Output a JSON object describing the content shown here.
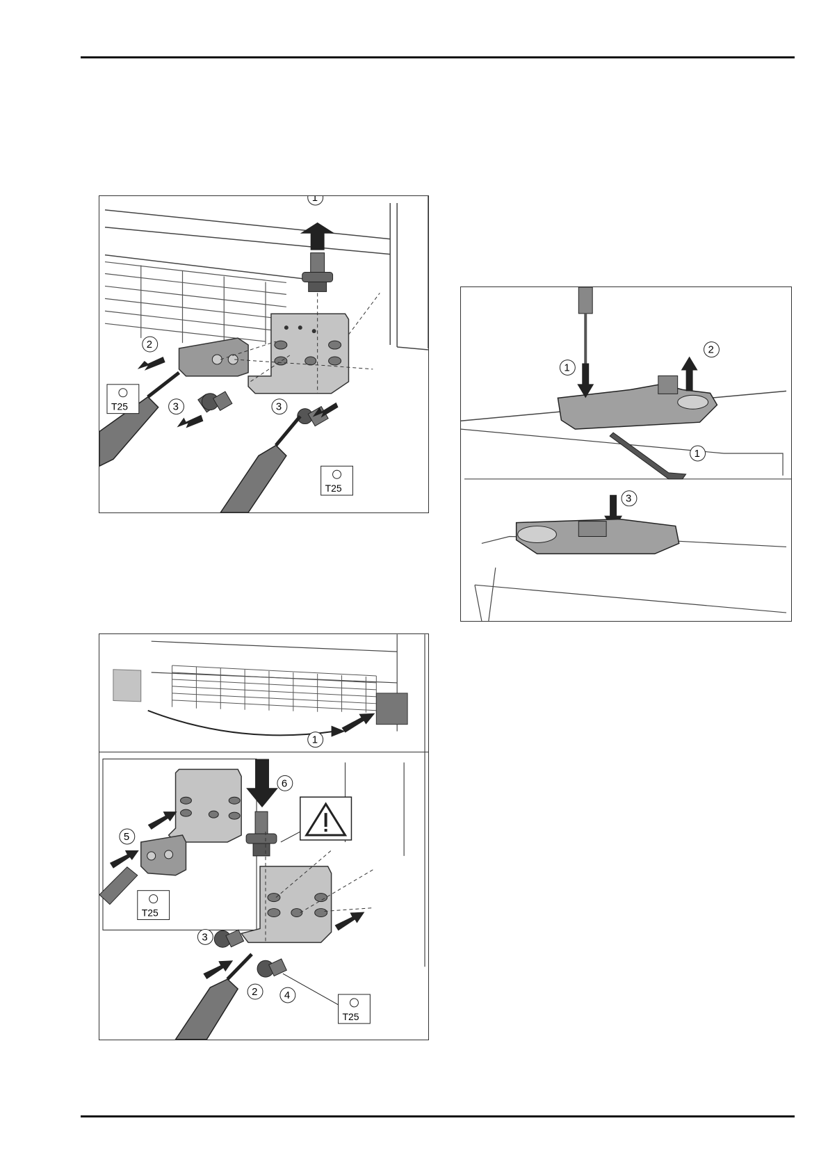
{
  "figure_1": {
    "steps": [
      "1",
      "2",
      "3",
      "3"
    ],
    "tool_labels": [
      "T25",
      "T25"
    ]
  },
  "figure_2": {
    "steps": [
      "1",
      "2",
      "1",
      "3"
    ]
  },
  "figure_3": {
    "steps": [
      "1",
      "6",
      "5",
      "3",
      "2",
      "4"
    ],
    "tool_labels": [
      "T25",
      "T25"
    ],
    "warning_icon": "warning-triangle-icon"
  },
  "colors": {
    "rule": "#111111",
    "part_fill": "#8a8a8a",
    "plate_fill": "#c4c4c4",
    "arrow_fill": "#222222"
  }
}
